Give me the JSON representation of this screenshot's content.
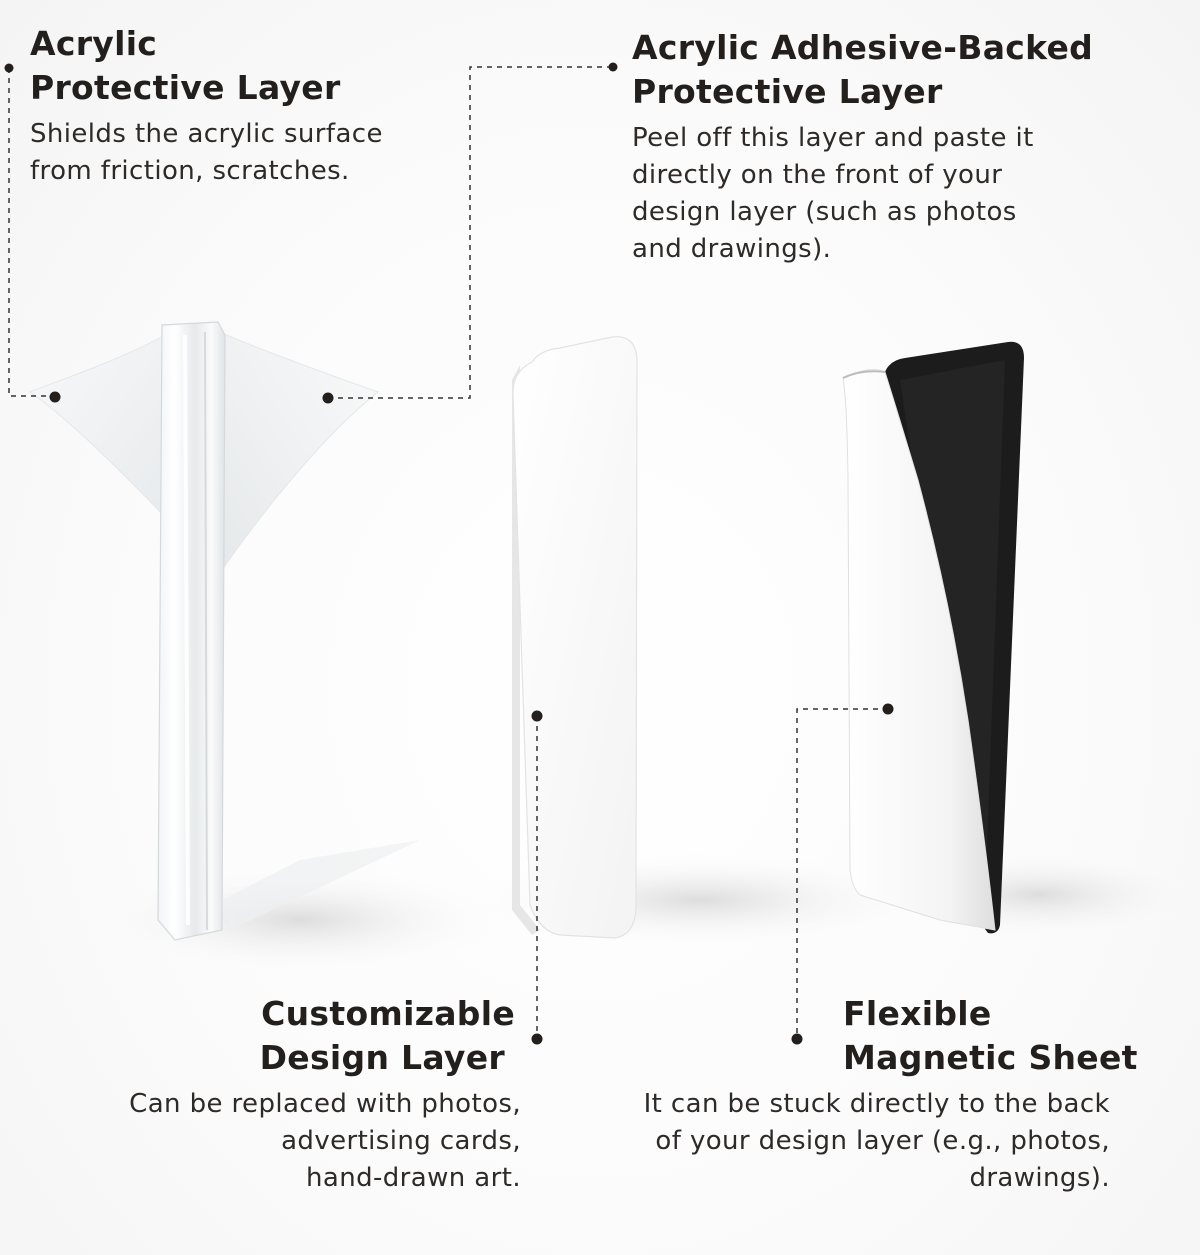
{
  "callouts": {
    "acrylic_layer": {
      "title": [
        "Acrylic",
        "Protective Layer"
      ],
      "description": [
        "Shields the acrylic surface",
        "from friction, scratches."
      ]
    },
    "adhesive_layer": {
      "title": [
        "Acrylic Adhesive-Backed",
        "Protective Layer"
      ],
      "description": [
        "Peel off this layer and paste it",
        "directly on the front of your",
        "design layer (such as photos",
        "and drawings)."
      ]
    },
    "design_layer": {
      "title": [
        "Customizable",
        "Design Layer"
      ],
      "description": [
        "Can be replaced with photos,",
        "advertising cards,",
        "hand-drawn art."
      ]
    },
    "magnetic_sheet": {
      "title": [
        "Flexible",
        "Magnetic Sheet"
      ],
      "description": [
        "It can be stuck directly to the back",
        "of your design layer (e.g., photos,",
        "drawings)."
      ]
    }
  },
  "colors": {
    "text": "#231f1c",
    "leader_line": "#333333",
    "magnetic_black": "#1c1c1c",
    "sheet_white": "#ffffff",
    "acrylic_tint": "#e9ecee"
  }
}
